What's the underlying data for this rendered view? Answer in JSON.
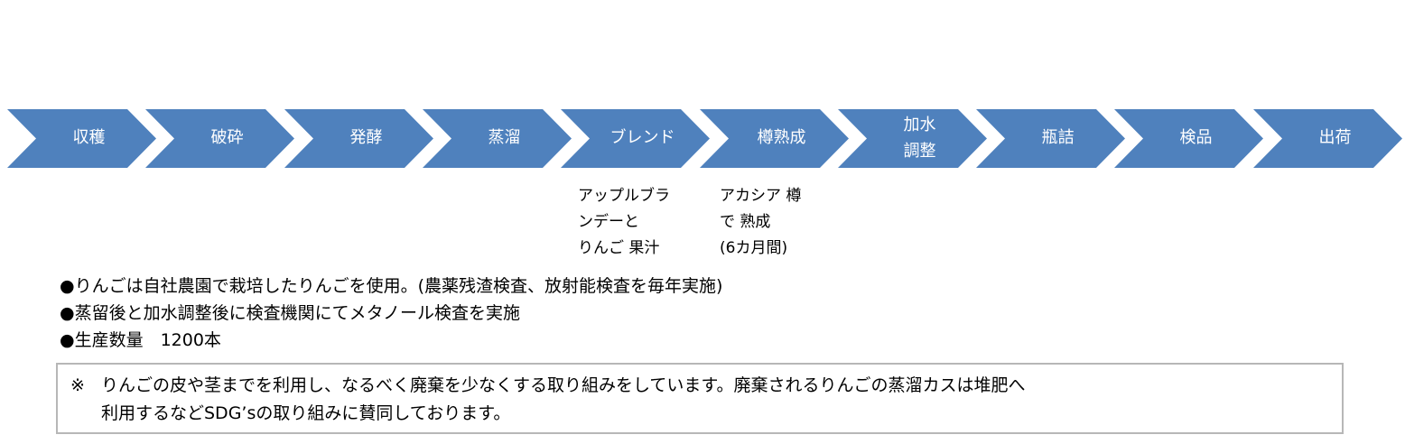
{
  "process_steps": [
    {
      "label": "収穫"
    },
    {
      "label": "破砕"
    },
    {
      "label": "発酵"
    },
    {
      "label": "蒸溜"
    },
    {
      "label": "ブレンド"
    },
    {
      "label": "樽熟成"
    },
    {
      "label": "加水\n調整"
    },
    {
      "label": "瓶詰"
    },
    {
      "label": "検品"
    },
    {
      "label": "出荷"
    }
  ],
  "step_notes": {
    "blend": "アップルブラ\nンデーと\nりんご 果汁",
    "aging": "アカシア 樽\nで 熟成\n(6カ月間)"
  },
  "bullets": [
    "●りんごは自社農園で栽培したりんごを使用。(農薬残渣検査、放射能検査を毎年実施)",
    "●蒸留後と加水調整後に検査機関にてメタノール検査を実施",
    "●生産数量　1200本"
  ],
  "notice": {
    "mark": "※",
    "text": "りんごの皮や茎までを利用し、なるべく廃棄を少なくする取り組みをしています。廃棄されるりんごの蒸溜カスは堆肥へ\n利用するなどSDG’sの取り組みに賛同しております。"
  },
  "colors": {
    "arrow_fill": "#4f81bd",
    "arrow_text": "#ffffff",
    "notice_border": "#b7b7b7"
  }
}
